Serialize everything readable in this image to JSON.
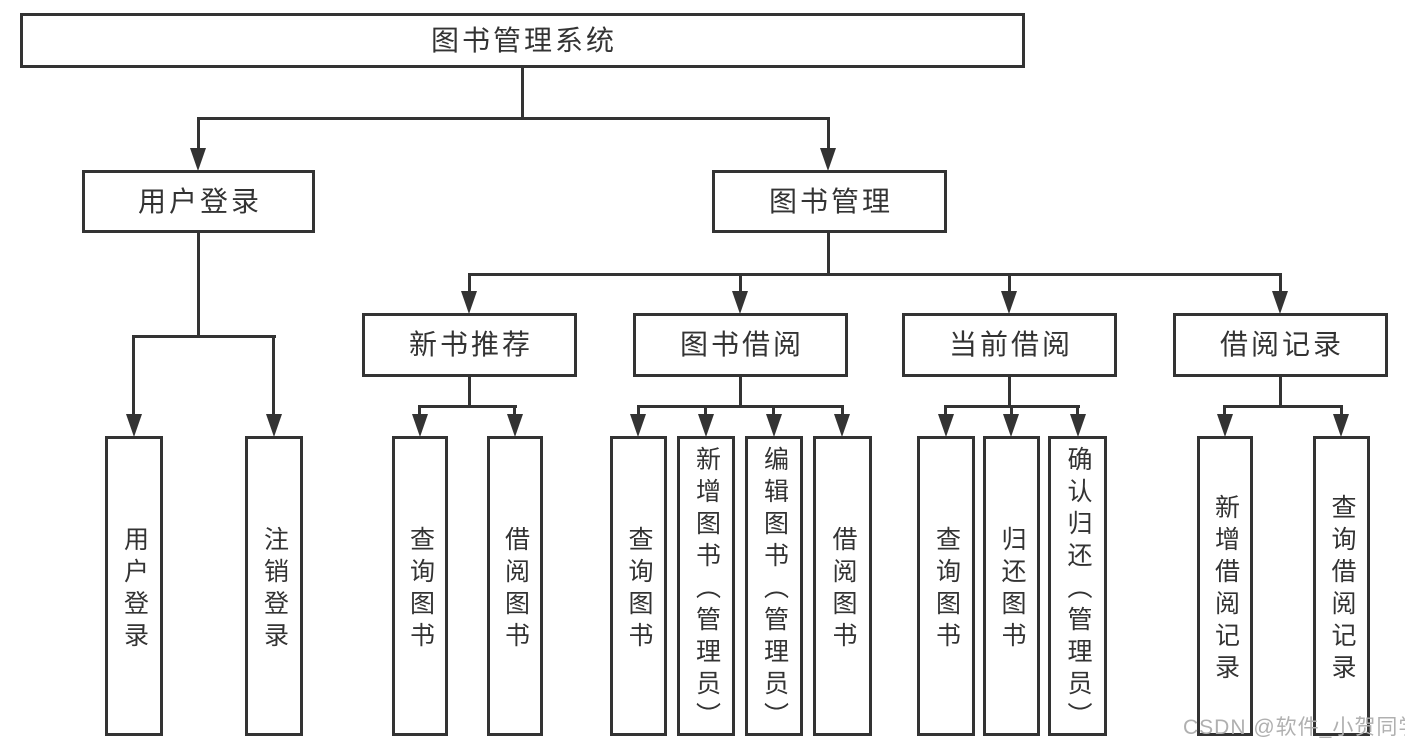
{
  "tree": {
    "label": "图书管理系统",
    "children": [
      {
        "label": "用户登录",
        "children": [
          {
            "label": "用户登录"
          },
          {
            "label": "注销登录"
          }
        ]
      },
      {
        "label": "图书管理",
        "children": [
          {
            "label": "新书推荐",
            "children": [
              {
                "label": "查询图书"
              },
              {
                "label": "借阅图书"
              }
            ]
          },
          {
            "label": "图书借阅",
            "children": [
              {
                "label": "查询图书"
              },
              {
                "label": "新增图书（管理员）"
              },
              {
                "label": "编辑图书（管理员）"
              },
              {
                "label": "借阅图书"
              }
            ]
          },
          {
            "label": "当前借阅",
            "children": [
              {
                "label": "查询图书"
              },
              {
                "label": "归还图书"
              },
              {
                "label": "确认归还（管理员）"
              }
            ]
          },
          {
            "label": "借阅记录",
            "children": [
              {
                "label": "新增借阅记录"
              },
              {
                "label": "查询借阅记录"
              }
            ]
          }
        ]
      }
    ]
  },
  "watermark": {
    "text": "CSDN @软件_小贺同学"
  },
  "colors": {
    "line": "#333333",
    "text": "#333333",
    "watermark": "#b0b0b0",
    "background": "#ffffff"
  }
}
